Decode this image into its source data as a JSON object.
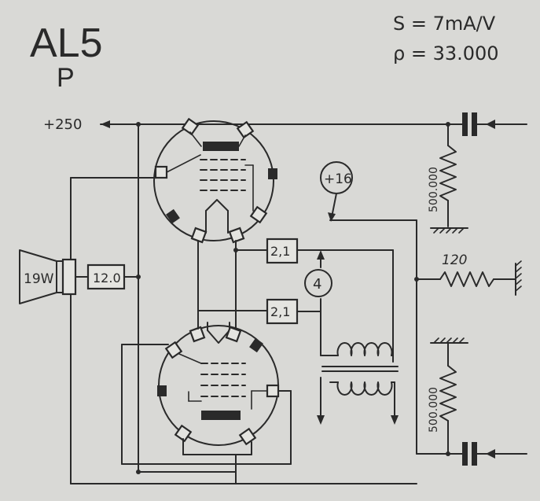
{
  "header": {
    "tube_type": "AL5",
    "configuration": "P",
    "transconductance": "S = 7mA/V",
    "internal_resistance": "ρ = 33.000"
  },
  "labels": {
    "supply_voltage": "+250",
    "speaker_power": "19W",
    "load_resistor": "12.0",
    "bias_voltage": "+16",
    "screen_resistor_top": "2,1",
    "screen_resistor_bottom": "2,1",
    "screen_current": "4",
    "grid_resistor_top": "500.000",
    "grid_resistor_bottom": "500.000",
    "cathode_resistor": "120"
  },
  "colors": {
    "paper": "#d9d9d6",
    "ink": "#2a2a2a"
  }
}
